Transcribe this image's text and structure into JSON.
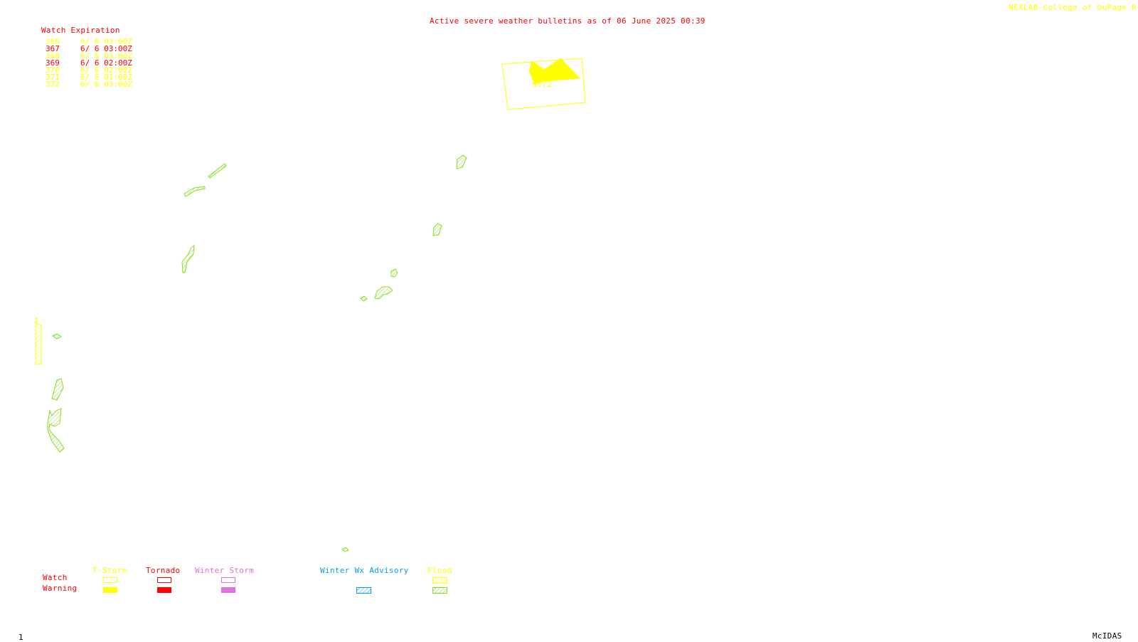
{
  "header": {
    "bulletin_title": "Active severe weather bulletins as of 06 June 2025 00:39",
    "credit": "NEXLAB-College of DuPage R"
  },
  "watch_list": {
    "heading": "Watch Expiration",
    "rows": [
      {
        "number": "366",
        "expires": "6/ 6 03:00Z",
        "color": "#ffff00"
      },
      {
        "number": "367",
        "expires": "6/ 6 03:00Z",
        "color": "#ff0000"
      },
      {
        "number": "368",
        "expires": "6/ 6 03:00Z",
        "color": "#ffff00"
      },
      {
        "number": "369",
        "expires": "6/ 6 02:00Z",
        "color": "#ff0000"
      },
      {
        "number": "370",
        "expires": "6/ 6 02:00Z",
        "color": "#ffff00"
      },
      {
        "number": "371",
        "expires": "6/ 6 01:00Z",
        "color": "#ffff00"
      },
      {
        "number": "372",
        "expires": "6/ 6 03:00Z",
        "color": "#ffff00"
      }
    ]
  },
  "map": {
    "watch_box_label": "S372",
    "watch_color": "#ffff00",
    "flood_warning_color": "#80e020",
    "flood_watch_color": "#ffff00"
  },
  "legend": {
    "row_watch": "Watch",
    "row_warning": "Warning",
    "row_color": "#ff0000",
    "categories": [
      {
        "label": "T-Storm",
        "color": "#ffff00",
        "style": "solid"
      },
      {
        "label": "Tornado",
        "color": "#ff0000",
        "style": "solid"
      },
      {
        "label": "Winter Storm",
        "color": "#e070e0",
        "style": "solid"
      },
      {
        "label": "Winter Wx Advisory",
        "color": "#00a0f0",
        "style": "hatched"
      },
      {
        "label": "Flood",
        "color": "#ffff00",
        "warning_color": "#80e020",
        "style": "hatched"
      }
    ]
  },
  "footer": {
    "frame_number": "1",
    "software": "McIDAS"
  }
}
